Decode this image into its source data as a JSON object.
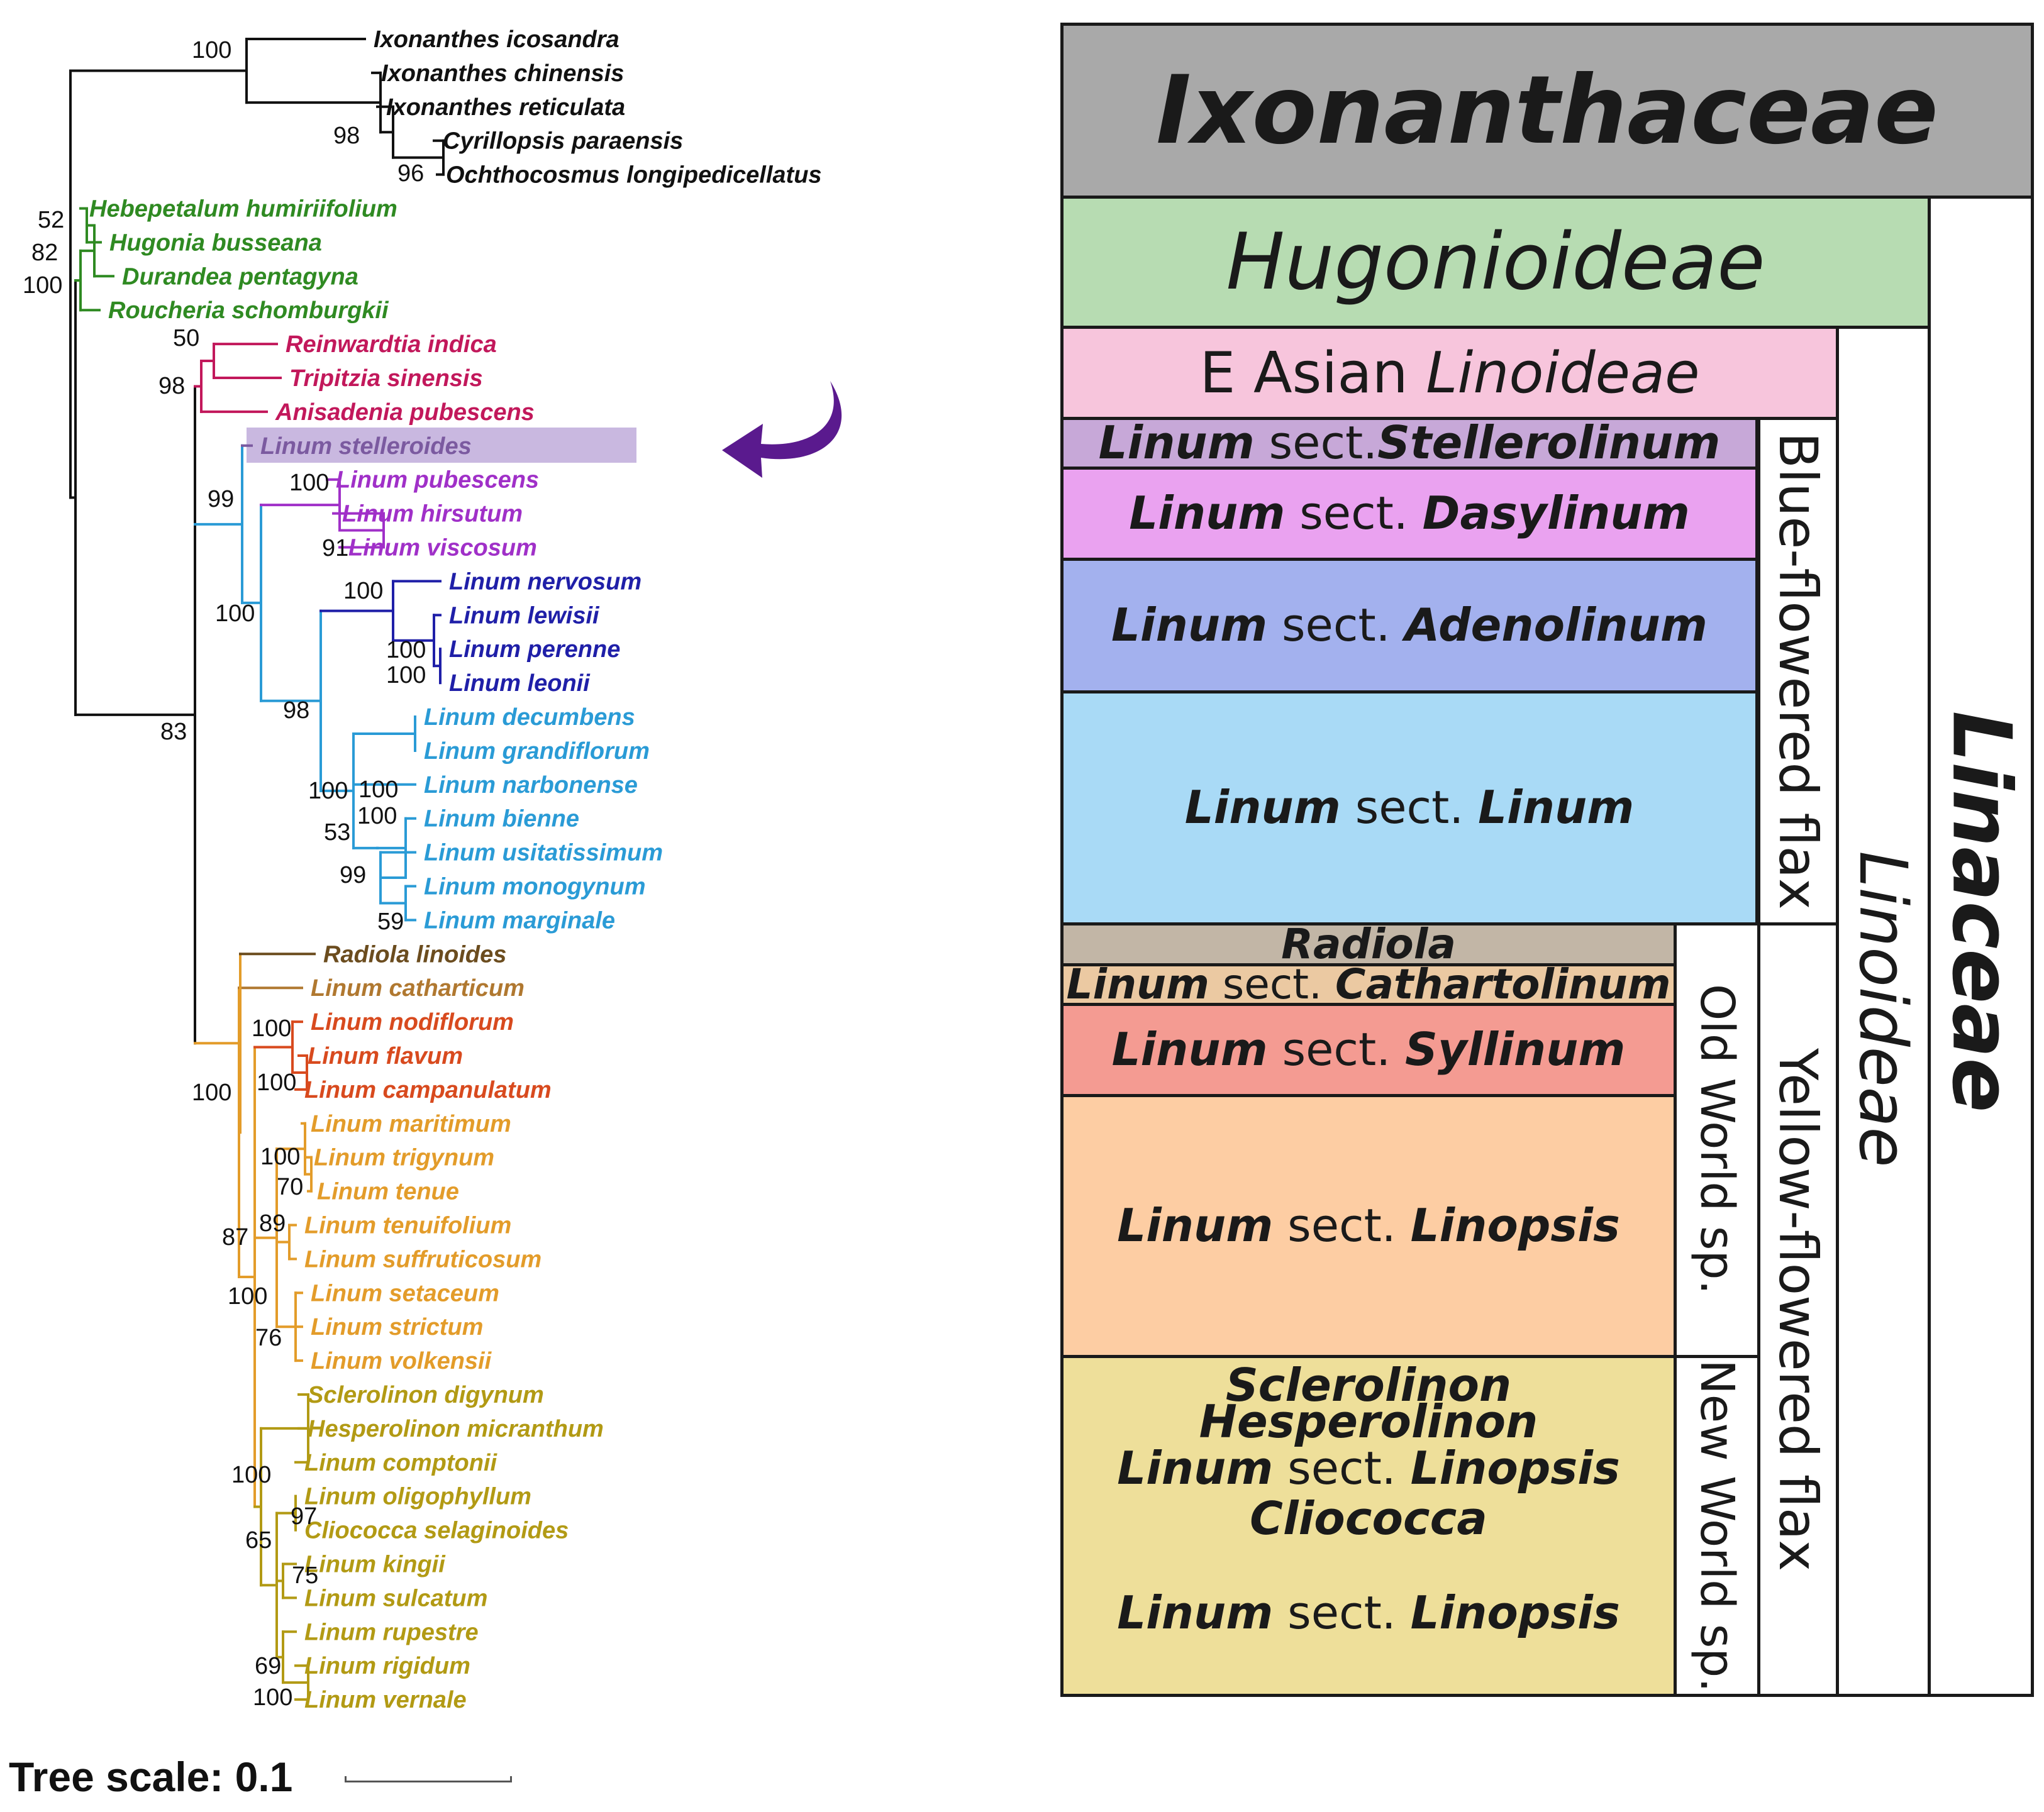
{
  "tree": {
    "scale_label": "Tree scale: 0.1",
    "tips": [
      {
        "name": "Ixonanthes icosandra",
        "color": "#111111"
      },
      {
        "name": "Ixonanthes chinensis",
        "color": "#111111"
      },
      {
        "name": "Ixonanthes reticulata",
        "color": "#111111"
      },
      {
        "name": "Cyrillopsis paraensis",
        "color": "#111111"
      },
      {
        "name": "Ochthocosmus longipedicellatus",
        "color": "#111111"
      },
      {
        "name": "Hebepetalum humiriifolium",
        "color": "#2f8a22"
      },
      {
        "name": "Hugonia busseana",
        "color": "#2f8a22"
      },
      {
        "name": "Durandea pentagyna",
        "color": "#2f8a22"
      },
      {
        "name": "Roucheria schomburgkii",
        "color": "#2f8a22"
      },
      {
        "name": "Reinwardtia indica",
        "color": "#c2185b"
      },
      {
        "name": "Tripitzia sinensis",
        "color": "#c2185b"
      },
      {
        "name": "Anisadenia pubescens",
        "color": "#c2185b"
      },
      {
        "name": "Linum stelleroides",
        "color": "#7b5aa0",
        "highlighted": true
      },
      {
        "name": "Linum pubescens",
        "color": "#a030c8"
      },
      {
        "name": "Linum hirsutum",
        "color": "#a030c8"
      },
      {
        "name": "Linum viscosum",
        "color": "#a030c8"
      },
      {
        "name": "Linum nervosum",
        "color": "#1f1fa8"
      },
      {
        "name": "Linum lewisii",
        "color": "#1f1fa8"
      },
      {
        "name": "Linum perenne",
        "color": "#1f1fa8"
      },
      {
        "name": "Linum leonii",
        "color": "#1f1fa8"
      },
      {
        "name": "Linum decumbens",
        "color": "#2a9bd6"
      },
      {
        "name": "Linum grandiflorum",
        "color": "#2a9bd6"
      },
      {
        "name": "Linum narbonense",
        "color": "#2a9bd6"
      },
      {
        "name": "Linum bienne",
        "color": "#2a9bd6"
      },
      {
        "name": "Linum usitatissimum",
        "color": "#2a9bd6"
      },
      {
        "name": "Linum monogynum",
        "color": "#2a9bd6"
      },
      {
        "name": "Linum marginale",
        "color": "#2a9bd6"
      },
      {
        "name": "Radiola linoides",
        "color": "#6b4c1e"
      },
      {
        "name": "Linum catharticum",
        "color": "#b07830"
      },
      {
        "name": "Linum nodiflorum",
        "color": "#d84a1e"
      },
      {
        "name": "Linum flavum",
        "color": "#d84a1e"
      },
      {
        "name": "Linum campanulatum",
        "color": "#d84a1e"
      },
      {
        "name": "Linum maritimum",
        "color": "#e39c2a"
      },
      {
        "name": "Linum trigynum",
        "color": "#e39c2a"
      },
      {
        "name": "Linum tenue",
        "color": "#e39c2a"
      },
      {
        "name": "Linum tenuifolium",
        "color": "#e39c2a"
      },
      {
        "name": "Linum suffruticosum",
        "color": "#e39c2a"
      },
      {
        "name": "Linum setaceum",
        "color": "#e39c2a"
      },
      {
        "name": "Linum strictum",
        "color": "#e39c2a"
      },
      {
        "name": "Linum volkensii",
        "color": "#e39c2a"
      },
      {
        "name": "Sclerolinon digynum",
        "color": "#b29a14"
      },
      {
        "name": "Hesperolinon micranthum",
        "color": "#b29a14"
      },
      {
        "name": "Linum comptonii",
        "color": "#b29a14"
      },
      {
        "name": "Linum oligophyllum",
        "color": "#b29a14"
      },
      {
        "name": "Cliococca selaginoides",
        "color": "#b29a14"
      },
      {
        "name": "Linum kingii",
        "color": "#b29a14"
      },
      {
        "name": "Linum sulcatum",
        "color": "#b29a14"
      },
      {
        "name": "Linum rupestre",
        "color": "#b29a14"
      },
      {
        "name": "Linum rigidum",
        "color": "#b29a14"
      },
      {
        "name": "Linum vernale",
        "color": "#b29a14"
      }
    ],
    "supports": [
      "100",
      "98",
      "96",
      "52",
      "82",
      "100",
      "50",
      "98",
      "99",
      "100",
      "91",
      "100",
      "100",
      "100",
      "100",
      "98",
      "100",
      "100",
      "53",
      "100",
      "99",
      "59",
      "83",
      "100",
      "100",
      "100",
      "100",
      "70",
      "89",
      "87",
      "100",
      "76",
      "100",
      "97",
      "65",
      "75",
      "69",
      "100"
    ]
  },
  "classification": {
    "family_header": "Ixonanthaceae",
    "hugonioideae": "Hugonioideae",
    "e_asian_prefix": "E Asian ",
    "e_asian_genus": "Linoideae",
    "linum": "Linum",
    "sect_dot": " sect.",
    "sect_dot_space": " sect. ",
    "stellerolinum": "Stellerolinum",
    "dasylinum": "Dasylinum",
    "adenolinum": "Adenolinum",
    "linum_sect": "Linum",
    "radiola": "Radiola",
    "cathartolinum": "Cathartolinum",
    "syllinum": "Syllinum",
    "linopsis": "Linopsis",
    "sclerolinon": "Sclerolinon",
    "hesperolinon": "Hesperolinon",
    "cliococca": "Cliococca",
    "blue_flax": "Blue-flowered flax",
    "yellow_flax": "Yellow-flowered flax",
    "old_world": "Old World sp.",
    "new_world": "New World sp.",
    "linoideae": "Linoideae",
    "linaceae": "Linaceae",
    "colors": {
      "ixonanthaceae": "#a9a9a9",
      "hugonioideae": "#b7dcb2",
      "e_asian": "#f7c5dc",
      "stellerolinum": "#c7a8d8",
      "dasylinum": "#eaa2f0",
      "adenolinum": "#a3b1ee",
      "linum": "#a9daf6",
      "radiola": "#c2b6a6",
      "cathartolinum": "#ebc9a2",
      "syllinum": "#f49b92",
      "linopsis": "#fdcda3",
      "new_world": "#eedf9a"
    }
  }
}
